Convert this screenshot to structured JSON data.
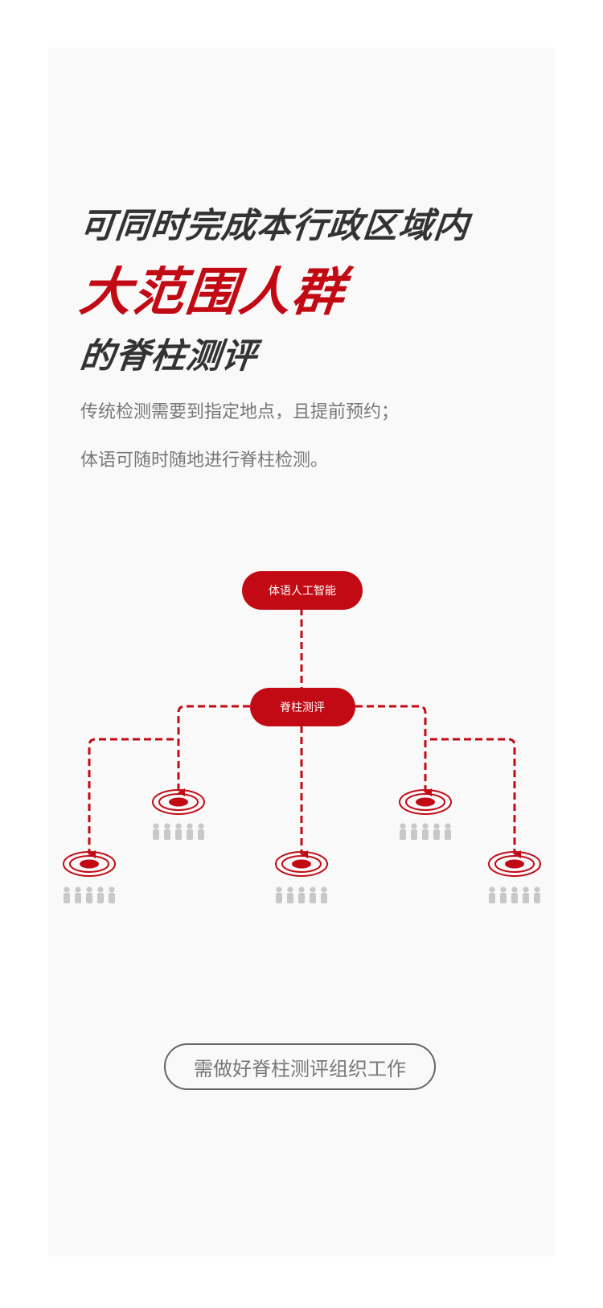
{
  "headline": {
    "line1": "可同时完成本行政区域内",
    "line2": "大范围人群",
    "line3": "的脊柱测评"
  },
  "paragraphs": [
    "传统检测需要到指定地点，且提前预约；",
    "体语可随时随地进行脊柱检测。"
  ],
  "diagram": {
    "top_node": "体语人工智能",
    "mid_node": "脊柱测评",
    "targets": [
      "target",
      "target",
      "target",
      "target",
      "target"
    ],
    "accent_color": "#c20a14",
    "people_color": "#c8c8c8"
  },
  "footer_button": "需做好脊柱测评组织工作",
  "colors": {
    "accent": "#c20a14",
    "dark_text": "#333333",
    "muted_text": "#777777",
    "card_bg": "#f9f9f9"
  }
}
